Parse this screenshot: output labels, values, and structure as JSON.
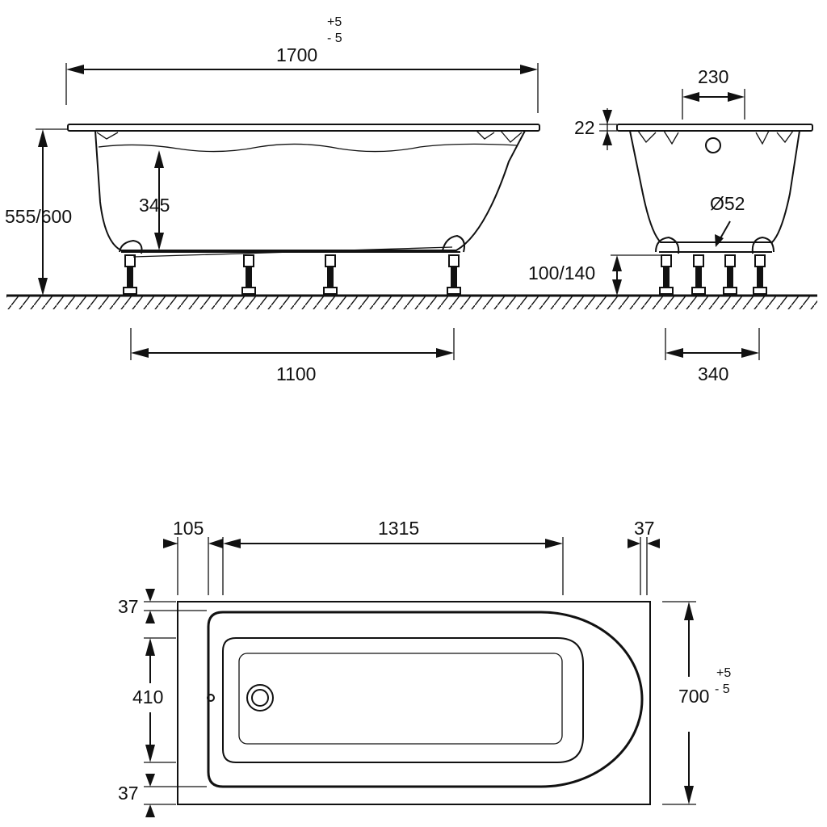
{
  "side_view": {
    "length": "1700",
    "length_tol_plus": "+5",
    "length_tol_minus": "- 5",
    "total_height": "555/600",
    "inner_depth": "345",
    "leg_spacing": "1100"
  },
  "end_view": {
    "overflow_spacing": "230",
    "rim_thickness": "22",
    "drain_diameter": "Ø52",
    "leg_height": "100/140",
    "leg_spacing": "340"
  },
  "top_view": {
    "end_offset": "105",
    "inner_length": "1315",
    "side_rim_right": "37",
    "top_rim": "37",
    "inner_width": "410",
    "bottom_rim": "37",
    "width": "700",
    "width_tol_plus": "+5",
    "width_tol_minus": "- 5"
  }
}
